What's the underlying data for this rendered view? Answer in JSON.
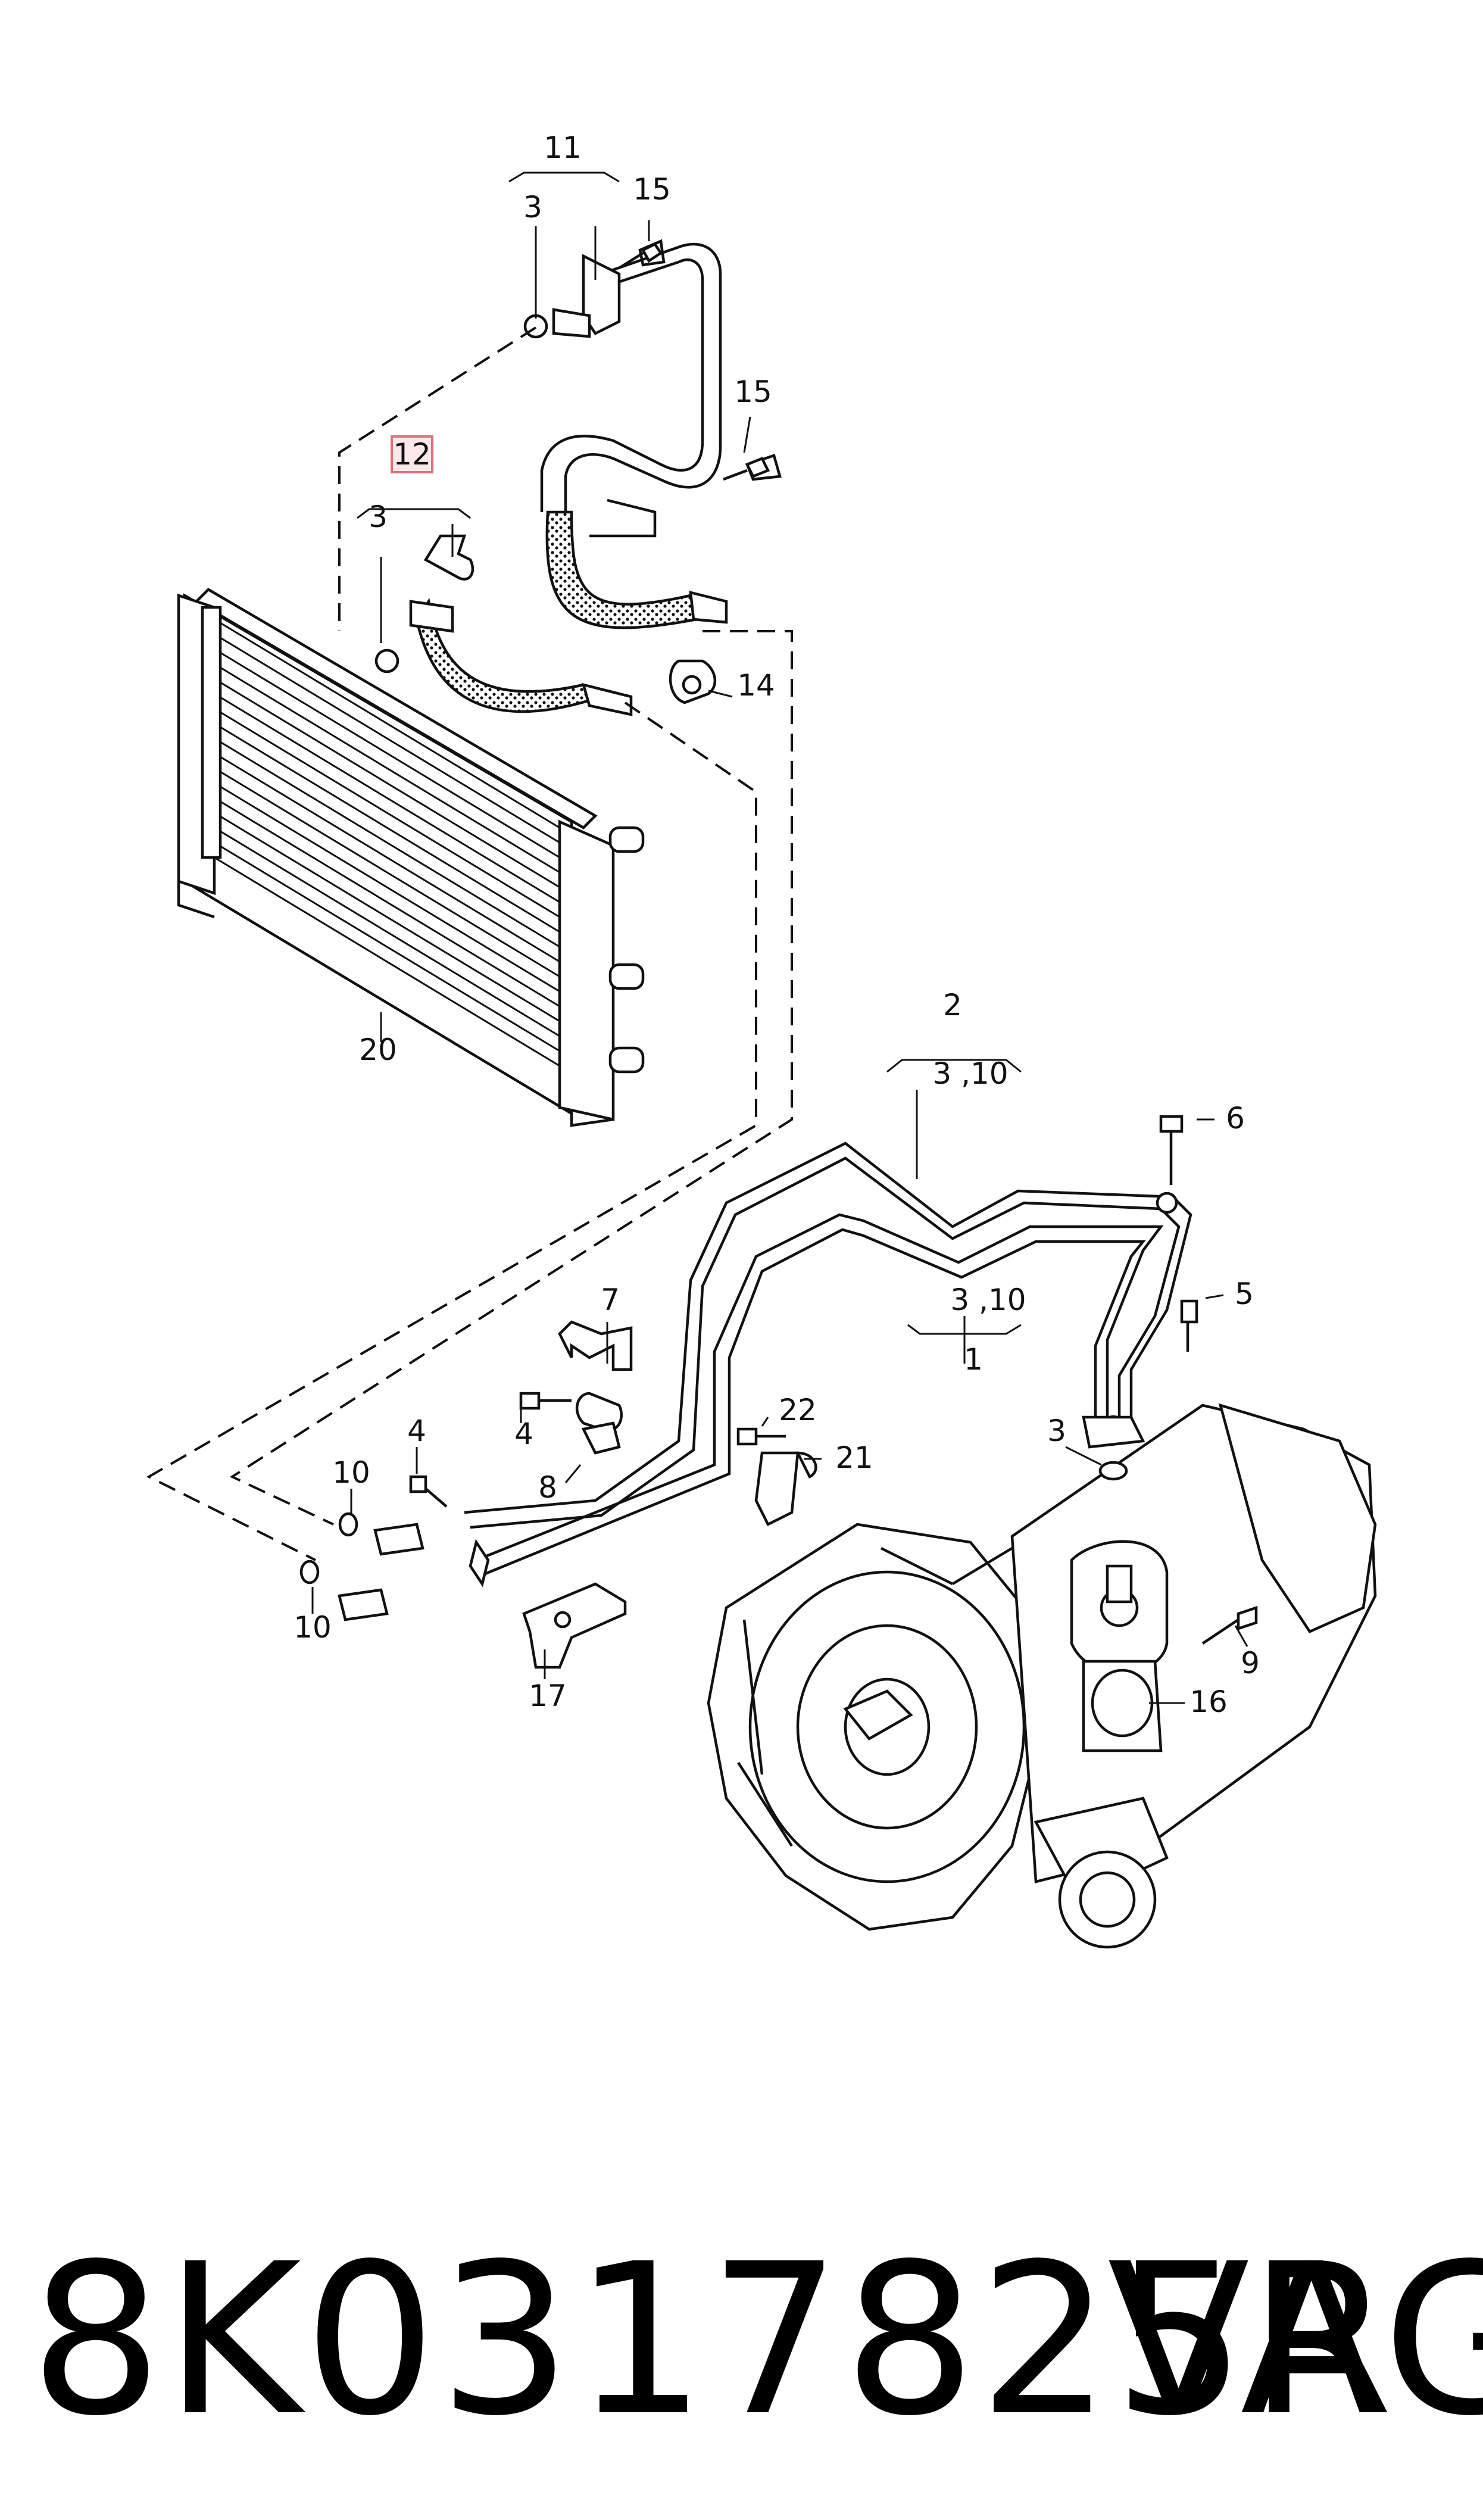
{
  "diagram": {
    "callouts": {
      "c11": "11",
      "c3a": "3",
      "c15a": "15",
      "c15b": "15",
      "c12": "12",
      "c3b": "3",
      "c14": "14",
      "c20": "20",
      "c2": "2",
      "c310a": "3 ,10",
      "c6": "6",
      "c5": "5",
      "c310b": "3 ,10",
      "c1": "1",
      "c7": "7",
      "c4a": "4",
      "c22": "22",
      "c21": "21",
      "c8": "8",
      "c4b": "4",
      "c10a": "10",
      "c10b": "10",
      "c17": "17",
      "c3c": "3",
      "c9": "9",
      "c16": "16"
    },
    "highlighted_callout": "12"
  },
  "footer": {
    "part_number": "8K0317825R",
    "brand": "VAG"
  }
}
